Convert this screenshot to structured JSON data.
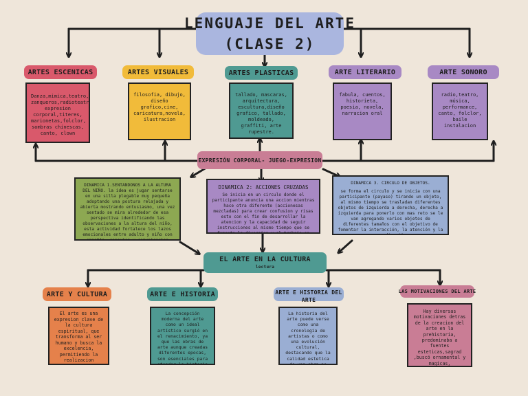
{
  "colors": {
    "background": "#efe6da",
    "title": "#aab6df",
    "red": "#d9596b",
    "yellow": "#f1bb3a",
    "teal": "#4f9a92",
    "purple": "#a889c4",
    "green": "#8da852",
    "blue": "#9aaed3",
    "orange": "#e5814b",
    "pink": "#c97d95"
  },
  "title": {
    "line1": "LENGUAJE DEL ARTE",
    "line2": "(CLASE 2)"
  },
  "arts": [
    {
      "label": "ARTES ESCENICAS",
      "text": "Danza,mimica,teatro, zanqueros,radioteatro, expresion corporal,titeres, marionetas,folclor, sombras chinescas, canto, clown"
    },
    {
      "label": "ARTES VISUALES",
      "text": "filosofia, dibujo, diseño grafico,cine, caricatura,novela, ilustracion"
    },
    {
      "label": "ARTES PLASTICAS",
      "text": "tallado, mascaras, arquitectura, escultura,diseño grafico, tallado, moldeado, graffiti, arte rupestre."
    },
    {
      "label": "ARTE LITERARIO",
      "text": "fabula, cuentos, historieta, poesia, novela, narracion oral"
    },
    {
      "label": "ARTE SONORO",
      "text": "radio,teatro, música, performance, canto, folclor, baile instalacion"
    }
  ],
  "expresion": {
    "label": "EXPRESIÓN CORPORAL- JUEGO-EXPRESION"
  },
  "dynamics": [
    {
      "text": "DINAMICA 1.SENTANDONOS A LA ALTURA DEL NIÑO. la idea es jugar sentarse en una silla plegable muy pequeña adoptando una postura relajada y abierta mostrando entusiasmo, una vez sentado se mira alrededor de esa perspectiva identificando las observaciones a la altura del niño, esta actividad fortalece los lazos emocionales entre adulto y niño con empatía, conexion y comunicacion"
    },
    {
      "title": "DINAMICA 2: ACCIONES CRUZADAS",
      "text": "Se inicia en un circulo donde el participante anuncia una accion mientras hace otra diferente (accionesas mezcladas) para crear confusion y risas esto con el fin de desarrollar la atencion y la capacidad de seguir instrucciones al mismo tiempo que se fomenta la diversion y el trabajo en equipo"
    },
    {
      "title": "DINAMICA 3. CIRCULO DE OBJETOS.",
      "text": "se forma el circulo y se inicia con una participante (payaso) tirando un objeto, al mismo tiempo se trasladan diferentes objetos de izquierda a derecha, derecha a izquierda para ponerlo con mas reto se le van agregando varios objetos de diferentes tamaños con el objetivo de fomentar la interacción, la atención y la coordinación"
    }
  ],
  "culture": {
    "label": "EL ARTE EN LA CULTURA",
    "sub": "lectura"
  },
  "bottom": [
    {
      "label": "ARTE Y CULTURA",
      "text": "El arte es una expresion clave de la cultura espiritual, que transforma al ser humano y busca la excelencia, permitiendo la realizacion personal y reflejando la experiencia humana"
    },
    {
      "label": "ARTE E HISTORIA",
      "text": "La concepción moderna del arte como un ideal artístico surgió en el renacimiento, ya que las obras de arte aunque creadas diferentes epocas, son esenciales para etender la historia ya que dan significado y perdurabilidad a los hechos historicos"
    },
    {
      "label": "ARTE E HISTORIA DEL ARTE",
      "text": "La historia del arte puede verse como una cronologia de artistas o como una evolución cultural, destacando que la calidad estetica de una obra no depende de la técnica, sino de la sensibilidad y fuerza interior del artista."
    },
    {
      "label": "LAS MOTIVACIONES DEL ARTE",
      "text": "Hay diversas motivaciones detras de la creacion del arte en la prehistoria, predominaba a fuentes esteticas,sagrad ,buscó ornamental y magicas, argumentando que el arte contemporaneo anuales no limitandose a uno solo y que las teorías sobre su origen son complementarias"
    }
  ]
}
